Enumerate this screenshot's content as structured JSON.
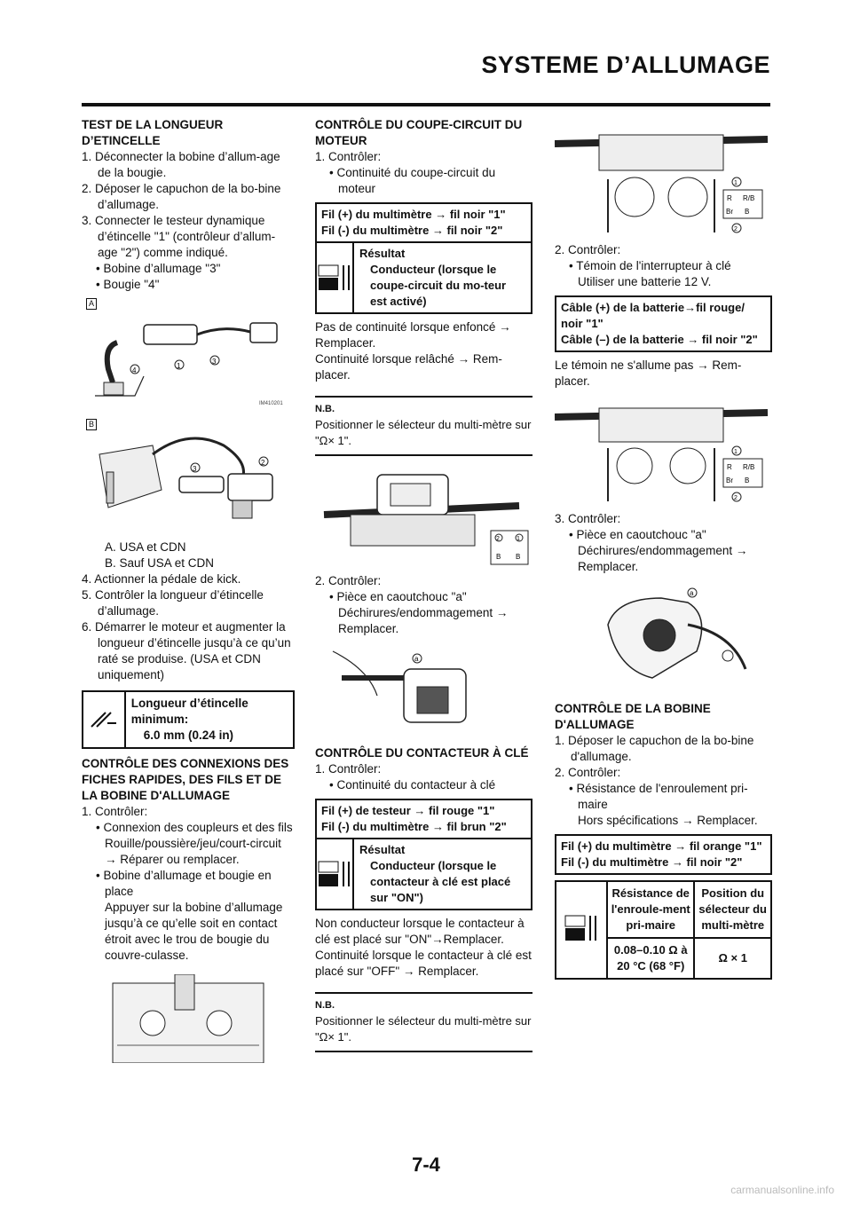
{
  "header": {
    "title": "SYSTEME D’ALLUMAGE"
  },
  "col1": {
    "spark": {
      "title": "TEST DE LA LONGUEUR D’ETINCELLE",
      "steps": [
        "1. Déconnecter la bobine d’allum-age de la bougie.",
        "2. Déposer le capuchon de la bo-bine d’allumage.",
        "3. Connecter le testeur dynamique d’étincelle \"1\" (contrôleur d’allum-age \"2\") comme indiqué."
      ],
      "bullets": [
        "• Bobine d’allumage \"3\"",
        "• Bougie \"4\""
      ],
      "figA_letter": "A",
      "figB_letter": "B",
      "figA_code": "IM410201",
      "captions": [
        "A.  USA et CDN",
        "B.  Sauf USA et CDN"
      ],
      "steps2": [
        "4. Actionner la pédale de kick.",
        "5. Contrôler la longueur d’étincelle d’allumage.",
        "6. Démarrer le moteur et augmenter la longueur d’étincelle jusqu’à ce qu’un raté se produise. (USA et CDN uniquement)"
      ],
      "spec_label": "Longueur d’étincelle minimum:",
      "spec_value": "6.0 mm (0.24 in)"
    },
    "conn": {
      "title": "CONTRÔLE DES CONNEXIONS DES FICHES RAPIDES, DES FILS ET DE LA BOBINE D'ALLUMAGE",
      "step1": "1. Contrôler:",
      "b1": "• Connexion des coupleurs et des fils",
      "b1_text": "Rouille/poussière/jeu/court-circuit",
      "b1_action": "→ Réparer ou remplacer.",
      "b2": "• Bobine d’allumage et bougie en place",
      "b2_text": "Appuyer sur la bobine d’allumage jusqu’à ce qu’elle soit en contact étroit avec le trou de bougie du couvre-culasse."
    }
  },
  "col2": {
    "kill": {
      "title": "CONTRÔLE DU COUPE-CIRCUIT DU MOTEUR",
      "step1": "1. Contrôler:",
      "b1": "• Continuité du coupe-circuit du moteur",
      "probe1": "Fil (+) du multimètre → fil noir \"1\"",
      "probe2": "Fil (-) du multimètre → fil noir \"2\"",
      "result_label": "Résultat",
      "result_text": "Conducteur (lorsque le coupe-circuit du mo-teur est activé)",
      "after1": "Pas de continuité lorsque enfoncé → Remplacer.",
      "after2": "Continuité lorsque relâché → Rem-placer.",
      "nb_title": "N.B.",
      "nb_text": "Positionner le sélecteur du multi-mètre sur \"Ω× 1\".",
      "conn_labels": [
        "2",
        "1",
        "B",
        "B"
      ],
      "step2": "2. Contrôler:",
      "b2": "• Pièce en caoutchouc \"a\"",
      "b2_text": "Déchirures/endommagement →",
      "b2_action": "Remplacer.",
      "fig_label": "a"
    },
    "key": {
      "title": "CONTRÔLE DU CONTACTEUR À CLÉ",
      "step1": "1. Contrôler:",
      "b1": "• Continuité du contacteur à clé",
      "probe1": "Fil (+) de testeur → fil rouge \"1\"",
      "probe2": "Fil (-) du multimètre → fil brun \"2\"",
      "result_label": "Résultat",
      "result_text": "Conducteur (lorsque le contacteur à clé est placé sur \"ON\")",
      "after1": "Non conducteur lorsque le contacteur à clé est placé sur \"ON\"→Remplacer.",
      "after2": "Continuité lorsque le contacteur à clé est placé sur \"OFF\" → Remplacer.",
      "nb_title": "N.B.",
      "nb_text": "Positionner le sélecteur du multi-mètre sur \"Ω× 1\"."
    }
  },
  "col3": {
    "fig1_labels": [
      "1",
      "R",
      "R/B",
      "Br",
      "B",
      "2"
    ],
    "step2": "2. Contrôler:",
    "b2": "• Témoin de l'interrupteur à clé",
    "b2_text": "Utiliser une batterie 12 V.",
    "cable1": "Câble (+) de la batterie→fil rouge/ noir \"1\"",
    "cable2": "Câble (–) de la batterie → fil noir \"2\"",
    "after": "Le témoin ne s'allume pas → Rem-placer.",
    "fig2_labels": [
      "1",
      "R",
      "R/B",
      "Br",
      "B",
      "2"
    ],
    "step3": "3. Contrôler:",
    "b3": "• Pièce en caoutchouc \"a\"",
    "b3_text": "Déchirures/endommagement →",
    "b3_action": "Remplacer.",
    "fig3_label": "a",
    "coil": {
      "title": "CONTRÔLE DE LA BOBINE D'ALLUMAGE",
      "step1": "1. Déposer le capuchon de la bo-bine d'allumage.",
      "step2": "2. Contrôler:",
      "b1": "• Résistance de l'enroulement pri-maire",
      "b1_text": "Hors spécifications → Remplacer.",
      "probe1": "Fil (+) du multimètre → fil orange \"1\"",
      "probe2": "Fil (-) du multimètre → fil noir \"2\"",
      "th1": "Résistance de l'enroule-ment pri-maire",
      "th2": "Position du sélecteur du multi-mètre",
      "val1": "0.08–0.10 Ω à 20 °C (68 °F)",
      "val2": "Ω × 1"
    }
  },
  "page_number": "7-4",
  "footer": "carmanualsonline.info"
}
